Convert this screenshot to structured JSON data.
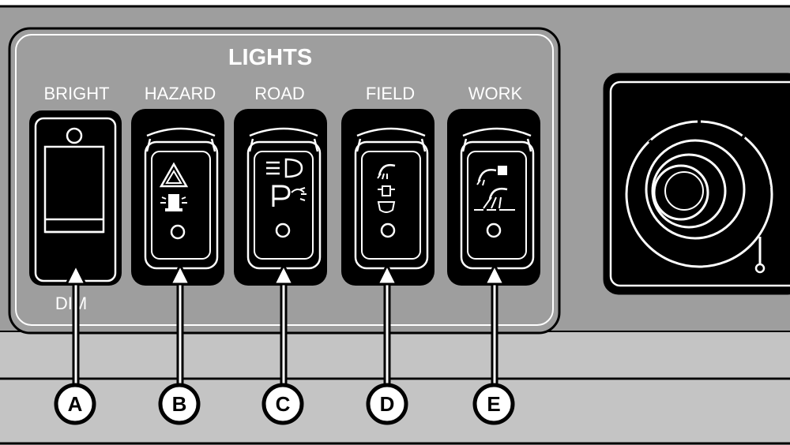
{
  "panel": {
    "title": "LIGHTS"
  },
  "switches": [
    {
      "label": "BRIGHT",
      "sub_label": "DIM",
      "callout": "A",
      "icon": "bright-dim-rocker"
    },
    {
      "label": "HAZARD",
      "callout": "B",
      "icon": "hazard-beacon-icon"
    },
    {
      "label": "ROAD",
      "callout": "C",
      "icon": "headlight-parking-icon"
    },
    {
      "label": "FIELD",
      "callout": "D",
      "icon": "field-light-icon"
    },
    {
      "label": "WORK",
      "callout": "E",
      "icon": "work-light-icon"
    }
  ],
  "colors": {
    "background": "#ffffff",
    "panel": "#9e9e9e",
    "panel_light": "#c4c4c4",
    "outline": "#000000",
    "label": "#ffffff"
  }
}
